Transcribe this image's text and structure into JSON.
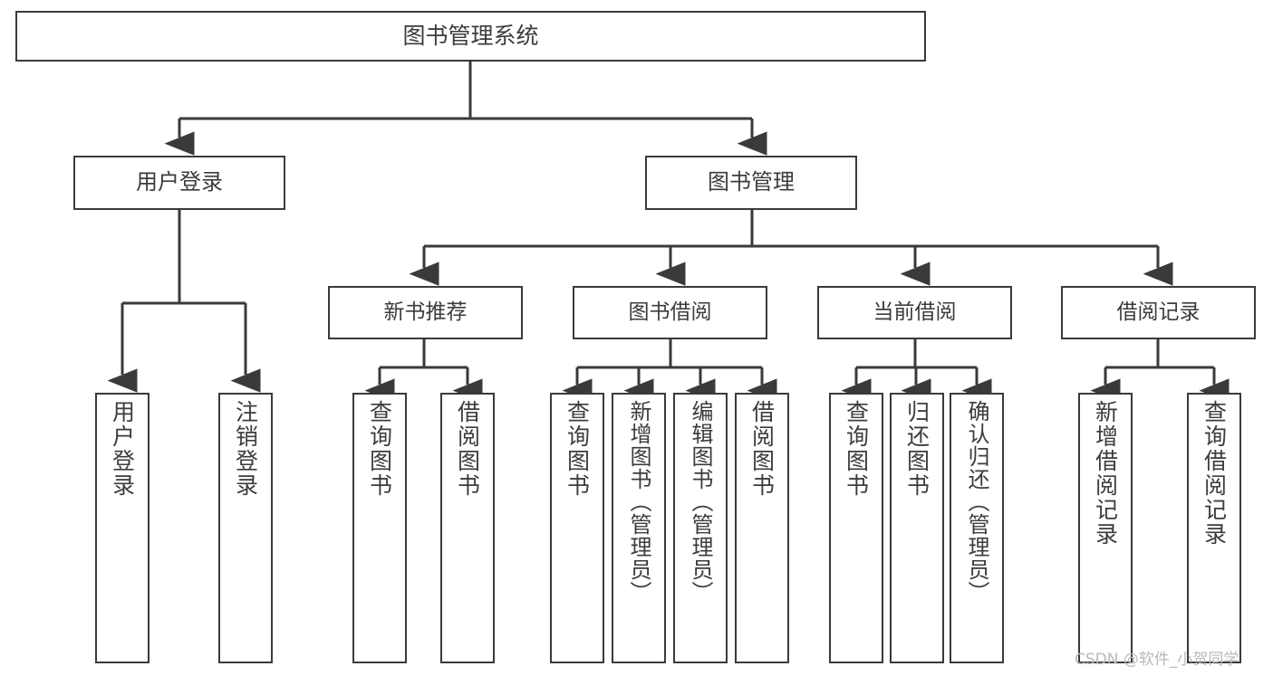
{
  "diagram": {
    "title": "图书管理系统",
    "type": "tree-hierarchy-chart",
    "colors": {
      "box_border": "#3a3a3a",
      "connector": "#3a3a3a",
      "text": "#3c3c3c",
      "background": "#ffffff",
      "watermark": "#b9b9b9"
    },
    "root": {
      "label": "图书管理系统"
    },
    "level2": [
      {
        "label": "用户登录"
      },
      {
        "label": "图书管理"
      }
    ],
    "level3": [
      {
        "label": "新书推荐"
      },
      {
        "label": "图书借阅"
      },
      {
        "label": "当前借阅"
      },
      {
        "label": "借阅记录"
      }
    ],
    "leaves": {
      "user_login": [
        {
          "label": "用户登录"
        },
        {
          "label": "注销登录"
        }
      ],
      "new_book_recommend": [
        {
          "label": "查询图书"
        },
        {
          "label": "借阅图书"
        }
      ],
      "book_borrow": [
        {
          "label": "查询图书"
        },
        {
          "label": "新增图书（管理员）"
        },
        {
          "label": "编辑图书（管理员）"
        },
        {
          "label": "借阅图书"
        }
      ],
      "current_borrow": [
        {
          "label": "查询图书"
        },
        {
          "label": "归还图书"
        },
        {
          "label": "确认归还（管理员）"
        }
      ],
      "borrow_record": [
        {
          "label": "新增借阅记录"
        },
        {
          "label": "查询借阅记录"
        }
      ]
    }
  },
  "watermark": {
    "text": "CSDN @软件_小贺同学"
  }
}
